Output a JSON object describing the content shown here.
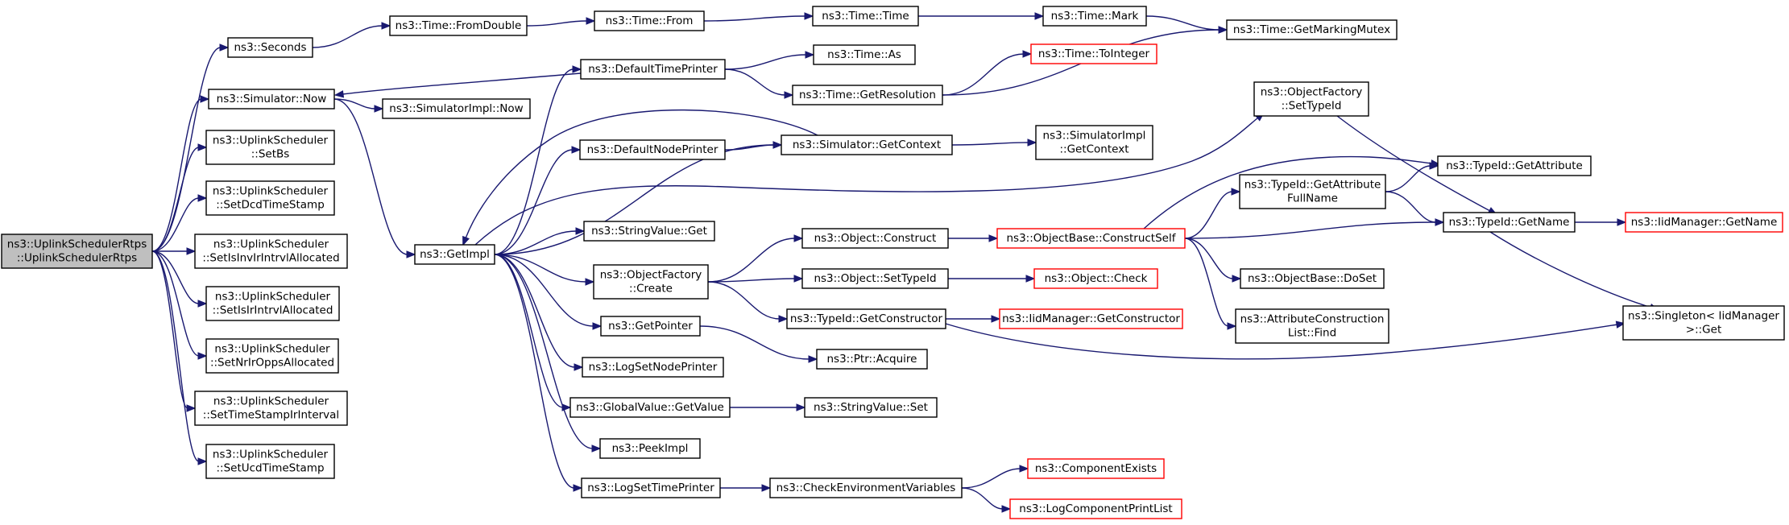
{
  "nodes": [
    {
      "id": "root",
      "lines": [
        "ns3::UplinkSchedulerRtps",
        "::UplinkSchedulerRtps"
      ],
      "style": "root"
    },
    {
      "id": "seconds",
      "lines": [
        "ns3::Seconds"
      ],
      "style": "normal"
    },
    {
      "id": "fromDouble",
      "lines": [
        "ns3::Time::FromDouble"
      ],
      "style": "normal"
    },
    {
      "id": "timeFrom",
      "lines": [
        "ns3::Time::From"
      ],
      "style": "normal"
    },
    {
      "id": "timeTime",
      "lines": [
        "ns3::Time::Time"
      ],
      "style": "normal"
    },
    {
      "id": "timeMark",
      "lines": [
        "ns3::Time::Mark"
      ],
      "style": "normal"
    },
    {
      "id": "markingMutex",
      "lines": [
        "ns3::Time::GetMarkingMutex"
      ],
      "style": "normal"
    },
    {
      "id": "simNow",
      "lines": [
        "ns3::Simulator::Now"
      ],
      "style": "normal"
    },
    {
      "id": "simImplNow",
      "lines": [
        "ns3::SimulatorImpl::Now"
      ],
      "style": "normal"
    },
    {
      "id": "defTimePrinter",
      "lines": [
        "ns3::DefaultTimePrinter"
      ],
      "style": "normal"
    },
    {
      "id": "timeAs",
      "lines": [
        "ns3::Time::As"
      ],
      "style": "normal"
    },
    {
      "id": "toInteger",
      "lines": [
        "ns3::Time::ToInteger"
      ],
      "style": "truncated"
    },
    {
      "id": "getResolution",
      "lines": [
        "ns3::Time::GetResolution"
      ],
      "style": "normal"
    },
    {
      "id": "setBs",
      "lines": [
        "ns3::UplinkScheduler",
        "::SetBs"
      ],
      "style": "normal"
    },
    {
      "id": "setDcd",
      "lines": [
        "ns3::UplinkScheduler",
        "::SetDcdTimeStamp"
      ],
      "style": "normal"
    },
    {
      "id": "setIsInv",
      "lines": [
        "ns3::UplinkScheduler",
        "::SetIsInvIrIntrvlAllocated"
      ],
      "style": "normal"
    },
    {
      "id": "setIsIr",
      "lines": [
        "ns3::UplinkScheduler",
        "::SetIsIrIntrvlAllocated"
      ],
      "style": "normal"
    },
    {
      "id": "setNrIr",
      "lines": [
        "ns3::UplinkScheduler",
        "::SetNrIrOppsAllocated"
      ],
      "style": "normal"
    },
    {
      "id": "setTsIr",
      "lines": [
        "ns3::UplinkScheduler",
        "::SetTimeStampIrInterval"
      ],
      "style": "normal"
    },
    {
      "id": "setUcd",
      "lines": [
        "ns3::UplinkScheduler",
        "::SetUcdTimeStamp"
      ],
      "style": "normal"
    },
    {
      "id": "getImpl",
      "lines": [
        "ns3::GetImpl"
      ],
      "style": "normal"
    },
    {
      "id": "defNodePrinter",
      "lines": [
        "ns3::DefaultNodePrinter"
      ],
      "style": "normal"
    },
    {
      "id": "getContext",
      "lines": [
        "ns3::Simulator::GetContext"
      ],
      "style": "normal"
    },
    {
      "id": "simImplGetContext",
      "lines": [
        "ns3::SimulatorImpl",
        "::GetContext"
      ],
      "style": "normal"
    },
    {
      "id": "ofSetTypeId",
      "lines": [
        "ns3::ObjectFactory",
        "::SetTypeId"
      ],
      "style": "normal"
    },
    {
      "id": "stringValueGet",
      "lines": [
        "ns3::StringValue::Get"
      ],
      "style": "normal"
    },
    {
      "id": "ofCreate",
      "lines": [
        "ns3::ObjectFactory",
        "::Create"
      ],
      "style": "normal"
    },
    {
      "id": "objConstruct",
      "lines": [
        "ns3::Object::Construct"
      ],
      "style": "normal"
    },
    {
      "id": "constructSelf",
      "lines": [
        "ns3::ObjectBase::ConstructSelf"
      ],
      "style": "truncated"
    },
    {
      "id": "getAttrFull",
      "lines": [
        "ns3::TypeId::GetAttribute",
        "FullName"
      ],
      "style": "normal"
    },
    {
      "id": "getAttribute",
      "lines": [
        "ns3::TypeId::GetAttribute"
      ],
      "style": "normal"
    },
    {
      "id": "getName",
      "lines": [
        "ns3::TypeId::GetName"
      ],
      "style": "normal"
    },
    {
      "id": "iidGetName",
      "lines": [
        "ns3::IidManager::GetName"
      ],
      "style": "truncated"
    },
    {
      "id": "objSetTypeId",
      "lines": [
        "ns3::Object::SetTypeId"
      ],
      "style": "normal"
    },
    {
      "id": "objCheck",
      "lines": [
        "ns3::Object::Check"
      ],
      "style": "truncated"
    },
    {
      "id": "doSet",
      "lines": [
        "ns3::ObjectBase::DoSet"
      ],
      "style": "normal"
    },
    {
      "id": "acFind",
      "lines": [
        "ns3::AttributeConstruction",
        "List::Find"
      ],
      "style": "normal"
    },
    {
      "id": "getConstructor",
      "lines": [
        "ns3::TypeId::GetConstructor"
      ],
      "style": "normal"
    },
    {
      "id": "iidGetConstructor",
      "lines": [
        "ns3::IidManager::GetConstructor"
      ],
      "style": "truncated"
    },
    {
      "id": "singletonGet",
      "lines": [
        "ns3::Singleton< IidManager",
        ">::Get"
      ],
      "style": "normal"
    },
    {
      "id": "getPointer",
      "lines": [
        "ns3::GetPointer"
      ],
      "style": "normal"
    },
    {
      "id": "ptrAcquire",
      "lines": [
        "ns3::Ptr::Acquire"
      ],
      "style": "normal"
    },
    {
      "id": "logSetNodePrinter",
      "lines": [
        "ns3::LogSetNodePrinter"
      ],
      "style": "normal"
    },
    {
      "id": "gvGetValue",
      "lines": [
        "ns3::GlobalValue::GetValue"
      ],
      "style": "normal"
    },
    {
      "id": "stringValueSet",
      "lines": [
        "ns3::StringValue::Set"
      ],
      "style": "normal"
    },
    {
      "id": "peekImpl",
      "lines": [
        "ns3::PeekImpl"
      ],
      "style": "normal"
    },
    {
      "id": "logSetTimePrinter",
      "lines": [
        "ns3::LogSetTimePrinter"
      ],
      "style": "normal"
    },
    {
      "id": "checkEnv",
      "lines": [
        "ns3::CheckEnvironmentVariables"
      ],
      "style": "normal"
    },
    {
      "id": "componentExists",
      "lines": [
        "ns3::ComponentExists"
      ],
      "style": "truncated"
    },
    {
      "id": "logCompPrintList",
      "lines": [
        "ns3::LogComponentPrintList"
      ],
      "style": "truncated"
    }
  ],
  "edges": [
    [
      "root",
      "seconds"
    ],
    [
      "root",
      "simNow"
    ],
    [
      "root",
      "setBs"
    ],
    [
      "root",
      "setDcd"
    ],
    [
      "root",
      "setIsInv"
    ],
    [
      "root",
      "setIsIr"
    ],
    [
      "root",
      "setNrIr"
    ],
    [
      "root",
      "setTsIr"
    ],
    [
      "root",
      "setUcd"
    ],
    [
      "seconds",
      "fromDouble"
    ],
    [
      "fromDouble",
      "timeFrom"
    ],
    [
      "timeFrom",
      "timeTime"
    ],
    [
      "timeTime",
      "timeMark"
    ],
    [
      "timeMark",
      "markingMutex"
    ],
    [
      "simNow",
      "simImplNow"
    ],
    [
      "simNow",
      "getImpl"
    ],
    [
      "defTimePrinter",
      "simNow"
    ],
    [
      "defTimePrinter",
      "timeAs"
    ],
    [
      "defTimePrinter",
      "getResolution"
    ],
    [
      "getResolution",
      "toInteger"
    ],
    [
      "getResolution",
      "markingMutex"
    ],
    [
      "getImpl",
      "defTimePrinter"
    ],
    [
      "getImpl",
      "defNodePrinter"
    ],
    [
      "getImpl",
      "getContext"
    ],
    [
      "getImpl",
      "ofSetTypeId"
    ],
    [
      "getImpl",
      "stringValueGet"
    ],
    [
      "getImpl",
      "ofCreate"
    ],
    [
      "getImpl",
      "getPointer"
    ],
    [
      "getImpl",
      "logSetNodePrinter"
    ],
    [
      "getImpl",
      "gvGetValue"
    ],
    [
      "getImpl",
      "peekImpl"
    ],
    [
      "getImpl",
      "logSetTimePrinter"
    ],
    [
      "defNodePrinter",
      "getContext"
    ],
    [
      "getContext",
      "getImpl"
    ],
    [
      "getContext",
      "simImplGetContext"
    ],
    [
      "ofSetTypeId",
      "getName"
    ],
    [
      "ofCreate",
      "objConstruct"
    ],
    [
      "ofCreate",
      "objSetTypeId"
    ],
    [
      "ofCreate",
      "getConstructor"
    ],
    [
      "objConstruct",
      "constructSelf"
    ],
    [
      "constructSelf",
      "getAttribute"
    ],
    [
      "constructSelf",
      "getAttrFull"
    ],
    [
      "constructSelf",
      "getName"
    ],
    [
      "constructSelf",
      "doSet"
    ],
    [
      "constructSelf",
      "acFind"
    ],
    [
      "getAttrFull",
      "getAttribute"
    ],
    [
      "getAttrFull",
      "getName"
    ],
    [
      "getName",
      "iidGetName"
    ],
    [
      "getName",
      "singletonGet"
    ],
    [
      "objSetTypeId",
      "objCheck"
    ],
    [
      "getConstructor",
      "iidGetConstructor"
    ],
    [
      "getConstructor",
      "singletonGet"
    ],
    [
      "getPointer",
      "ptrAcquire"
    ],
    [
      "gvGetValue",
      "stringValueSet"
    ],
    [
      "logSetTimePrinter",
      "checkEnv"
    ],
    [
      "checkEnv",
      "componentExists"
    ],
    [
      "checkEnv",
      "logCompPrintList"
    ]
  ],
  "colors": {
    "edge": "#191970",
    "node_border": "#000000",
    "truncated_border": "#ff0000",
    "root_fill": "#bfbfbf"
  }
}
